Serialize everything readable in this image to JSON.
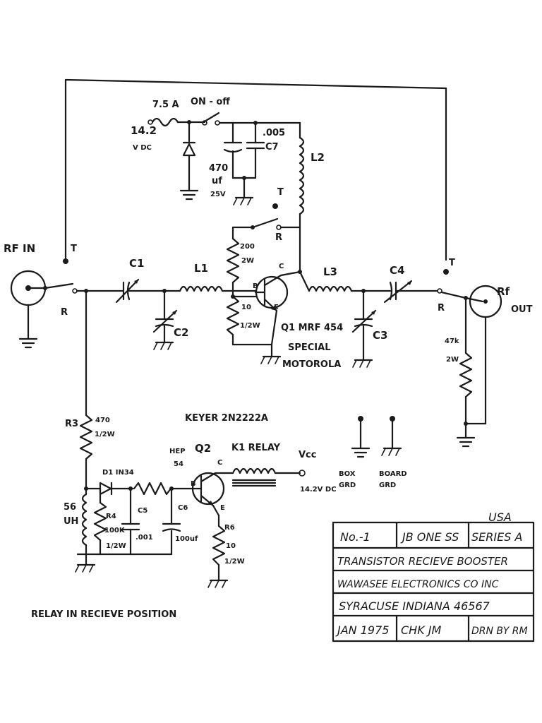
{
  "labels": {
    "fuse": "7.5 A",
    "switch": "ON - off",
    "supply_v": "14.2",
    "supply_unit": "V DC",
    "c_470_val": "470",
    "c_470_unit": "uf",
    "c_470_volt": "25V",
    "c7_val": ".005",
    "c7": "C7",
    "l2": "L2",
    "t_top": "T",
    "r_top": "R",
    "rf_in": "RF IN",
    "t_left": "T",
    "r_left": "R",
    "c1": "C1",
    "l1": "L1",
    "c2": "C2",
    "r200_val": "200",
    "r200_w": "2W",
    "r10_val": "10",
    "r10_w": "1/2W",
    "q1_b": "B",
    "q1_c": "C",
    "q1_e": "E",
    "q1": "Q1  MRF 454",
    "q1_note1": "SPECIAL",
    "q1_note2": "MOTOROLA",
    "l3": "L3",
    "c3": "C3",
    "c4": "C4",
    "t_right": "T",
    "r_right": "R",
    "rf_out_a": "Rf",
    "rf_out_b": "OUT",
    "r47k_val": "47k",
    "r47k_w": "2W",
    "r3": "R3",
    "r3_val": "470",
    "r3_w": "1/2W",
    "keyer": "KEYER 2N2222A",
    "q2_type": "HEP",
    "q2_num": "54",
    "q2": "Q2",
    "k1": "K1 RELAY",
    "vcc": "Vcc",
    "vcc_v": "14.2V DC",
    "d1": "D1 IN34",
    "l_56": "56",
    "l_uh": "UH",
    "r4": "R4",
    "r4_val": "100K",
    "r4_w": "1/2W",
    "c5": "C5",
    "c5_val": ".001",
    "c6": "C6",
    "c6_val": "100uf",
    "q2_b": "B",
    "q2_c": "C",
    "q2_e": "E",
    "r6": "R6",
    "r6_val": "10",
    "r6_w": "1/2W",
    "box_grd_a": "BOX",
    "box_grd_b": "GRD",
    "board_grd_a": "BOARD",
    "board_grd_b": "GRD",
    "note": "RELAY IN RECIEVE POSITION"
  },
  "title_block": {
    "country": "USA",
    "number": "No.-1",
    "model": "JB ONE SS",
    "series": "SERIES A",
    "title": "TRANSISTOR RECIEVE BOOSTER",
    "company": "WAWASEE ELECTRONICS CO INC",
    "address": "SYRACUSE INDIANA 46567",
    "date": "JAN 1975",
    "checked": "CHK JM",
    "drawn": "DRN BY RM"
  }
}
